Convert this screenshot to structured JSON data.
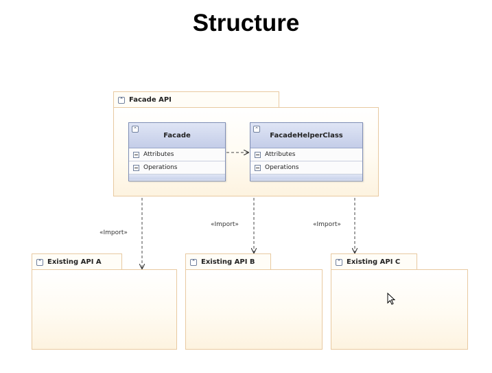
{
  "title": "Structure",
  "facade_package": {
    "label": "Facade API",
    "classes": [
      {
        "name": "Facade",
        "rows": [
          "Attributes",
          "Operations"
        ]
      },
      {
        "name": "FacadeHelperClass",
        "rows": [
          "Attributes",
          "Operations"
        ]
      }
    ]
  },
  "existing_packages": [
    {
      "label": "Existing API A"
    },
    {
      "label": "Existing API B"
    },
    {
      "label": "Existing API C"
    }
  ],
  "import_labels": [
    "«Import»",
    "«Import»",
    "«Import»"
  ],
  "colors": {
    "package_border": "#e8c9a0",
    "class_border": "#7e8db5",
    "class_header": "#c4cde8"
  }
}
